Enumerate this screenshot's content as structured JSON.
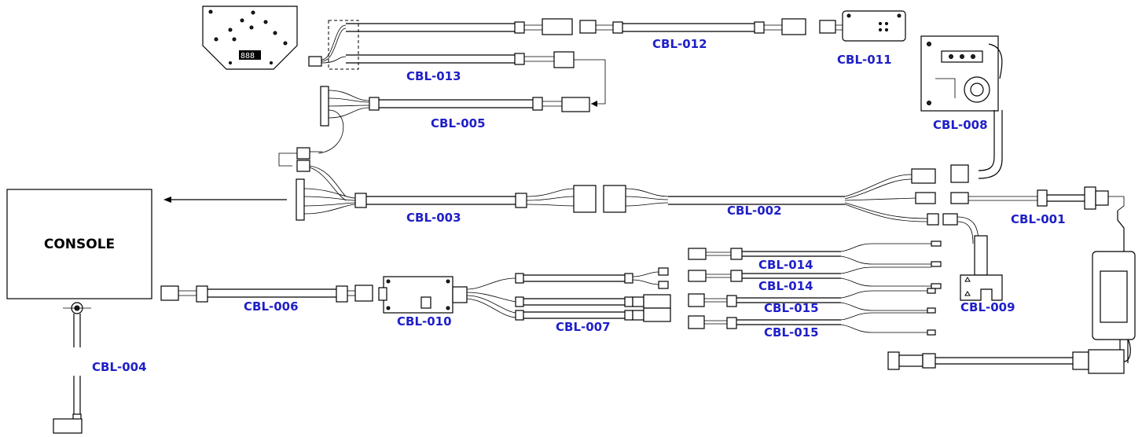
{
  "console": {
    "label": "CONSOLE"
  },
  "labels": {
    "cbl001": "CBL-001",
    "cbl002": "CBL-002",
    "cbl003": "CBL-003",
    "cbl004": "CBL-004",
    "cbl005": "CBL-005",
    "cbl006": "CBL-006",
    "cbl007": "CBL-007",
    "cbl008": "CBL-008",
    "cbl009": "CBL-009",
    "cbl010": "CBL-010",
    "cbl011": "CBL-011",
    "cbl012": "CBL-012",
    "cbl013": "CBL-013",
    "cbl014a": "CBL-014",
    "cbl014b": "CBL-014",
    "cbl015a": "CBL-015",
    "cbl015b": "CBL-015"
  },
  "colors": {
    "label": "#1f1fc8",
    "line": "#000000"
  }
}
